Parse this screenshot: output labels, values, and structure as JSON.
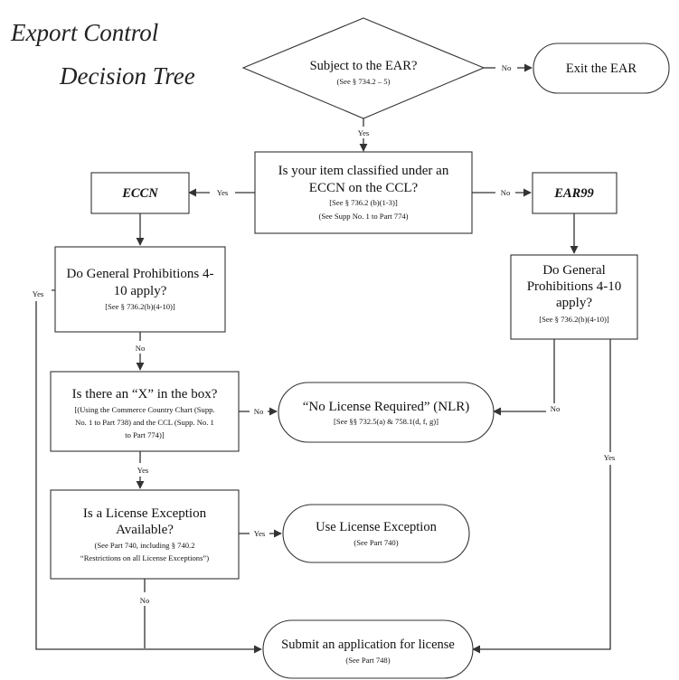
{
  "title": {
    "line1": "Export Control",
    "line2": "Decision Tree"
  },
  "nodes": {
    "subject_to_ear": {
      "question": "Subject to the EAR?",
      "reference": "(See § 734.2 – 5)"
    },
    "exit_ear": {
      "label": "Exit the EAR"
    },
    "classified_ccl": {
      "question_line1": "Is your item classified under an",
      "question_line2": "ECCN on the CCL?",
      "reference_line1": "[See § 736.2 (b)(1-3)]",
      "reference_line2": "(See Supp No. 1 to Part 774)"
    },
    "eccn": {
      "label": "ECCN"
    },
    "ear99": {
      "label": "EAR99"
    },
    "gp_left": {
      "question_line1": "Do General Prohibitions 4-",
      "question_line2": "10 apply?",
      "reference": "[See  § 736.2(b)(4-10)]"
    },
    "gp_right": {
      "question_line1": "Do General",
      "question_line2": "Prohibitions 4-10",
      "question_line3": "apply?",
      "reference": "[See § 736.2(b)(4-10)]"
    },
    "x_in_box": {
      "question": "Is there an “X” in the box?",
      "reference_line1": "[(Using the Commerce Country Chart (Supp.",
      "reference_line2": "No. 1 to Part  738) and the CCL (Supp. No. 1",
      "reference_line3": "to Part 774)]"
    },
    "nlr": {
      "label": "“No License Required” (NLR)",
      "reference": "[See §§ 732.5(a) & 758.1(d, f, g)]"
    },
    "license_exception_q": {
      "question_line1": "Is a License Exception",
      "question_line2": "Available?",
      "reference_line1": "(See Part 740, including § 740.2",
      "reference_line2": "“Restrictions on all License Exceptions”)"
    },
    "use_license_exception": {
      "label": "Use License Exception",
      "reference": "(See Part 740)"
    },
    "submit_application": {
      "label": "Submit an application for license",
      "reference": "(See Part 748)"
    }
  },
  "edge_labels": {
    "subject_to_exit": "No",
    "subject_to_classified": "Yes",
    "classified_to_eccn": "Yes",
    "classified_to_ear99": "No",
    "gp_left_yes": "Yes",
    "gp_left_no": "No",
    "x_box_to_nlr": "No",
    "x_box_yes": "Yes",
    "gp_right_no": "No",
    "gp_right_yes": "Yes",
    "exception_yes": "Yes",
    "exception_no": "No"
  }
}
